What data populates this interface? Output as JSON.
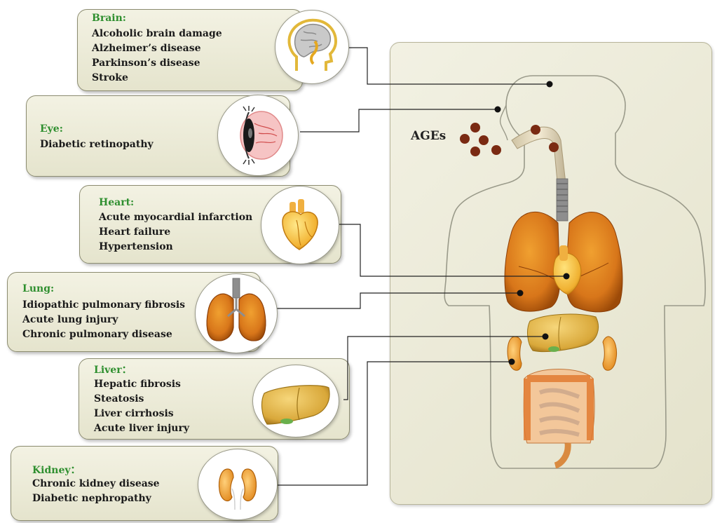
{
  "diseases": {
    "brain": {
      "title": "Brain:",
      "items": [
        "Alcoholic brain damage",
        "Alzheimer’s disease",
        "Parkinson’s disease",
        "Stroke"
      ]
    },
    "eye": {
      "title": "Eye:",
      "items": [
        "Diabetic retinopathy"
      ]
    },
    "heart": {
      "title": "Heart:",
      "items": [
        "Acute myocardial infarction",
        "Heart failure",
        "Hypertension"
      ]
    },
    "lung": {
      "title": "Lung:",
      "items": [
        "Idiopathic pulmonary fibrosis",
        "Acute lung injury",
        "Chronic pulmonary disease"
      ]
    },
    "liver": {
      "title": "Liver：",
      "items": [
        "Hepatic fibrosis",
        "Steatosis",
        "Liver cirrhosis",
        "Acute liver injury"
      ]
    },
    "kidney": {
      "title": "Kidney：",
      "items": [
        "Chronic kidney disease",
        "Diabetic nephropathy"
      ]
    }
  },
  "body": {
    "ages_label": "AGEs"
  },
  "icons": [
    "brain-icon",
    "eye-icon",
    "heart-icon",
    "lungs-icon",
    "liver-icon",
    "kidneys-icon"
  ],
  "colors": {
    "title_green": "#2f8f2f",
    "card_fill": "#e9e8d2",
    "organ_orange": "#d8861a",
    "ages_dot": "#7a2a12"
  }
}
